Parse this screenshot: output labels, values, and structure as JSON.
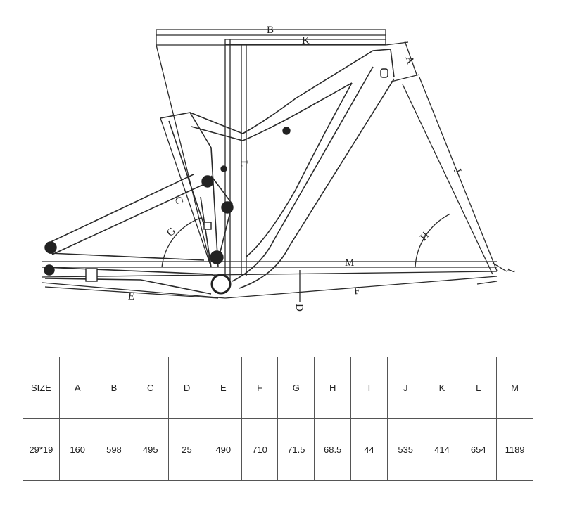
{
  "diagram": {
    "dimension_labels": [
      "A",
      "B",
      "C",
      "D",
      "E",
      "F",
      "G",
      "H",
      "I",
      "J",
      "K",
      "L",
      "M"
    ]
  },
  "table": {
    "header": [
      "SIZE",
      "A",
      "B",
      "C",
      "D",
      "E",
      "F",
      "G",
      "H",
      "I",
      "J",
      "K",
      "L",
      "M"
    ],
    "rows": [
      [
        "29*19",
        "160",
        "598",
        "495",
        "25",
        "490",
        "710",
        "71.5",
        "68.5",
        "44",
        "535",
        "414",
        "654",
        "1189"
      ]
    ]
  }
}
